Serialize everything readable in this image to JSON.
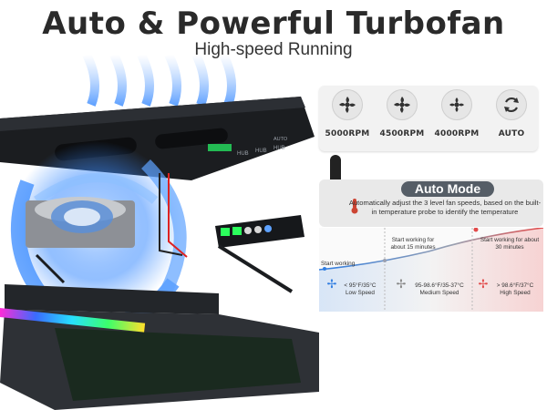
{
  "heading": {
    "title": "Auto & Powerful Turbofan",
    "subtitle": "High-speed Running"
  },
  "speed_modes": [
    {
      "label": "5000RPM",
      "icon": "fan-icon"
    },
    {
      "label": "4500RPM",
      "icon": "fan-icon"
    },
    {
      "label": "4000RPM",
      "icon": "fan-icon"
    },
    {
      "label": "AUTO",
      "icon": "auto-cycle-icon"
    }
  ],
  "auto_mode": {
    "title": "Auto Mode",
    "description": "Automatically adjust the 3 level fan speeds, based on the built-in temperature probe to identify the temperature"
  },
  "stages": [
    {
      "start_note": "Start working",
      "condition": "< 95°F/35°C",
      "speed": "Low Speed"
    },
    {
      "start_note": "Start working for about 15 minutes",
      "condition": "95-98.6°F/35-37°C",
      "speed": "Medium Speed"
    },
    {
      "start_note": "Start working for about 30 minutes",
      "condition": "> 98.6°F/37°C",
      "speed": "High Speed"
    }
  ],
  "device_labels": {
    "hub1": "HUB",
    "hub2": "HUB",
    "hub3": "HUB",
    "auto": "AUTO"
  },
  "colors": {
    "low": "#2f7de1",
    "high": "#e24a4a",
    "panel_bg": "#f2f2f2",
    "pill": "#555d66",
    "airflow": "#3a8bff"
  }
}
